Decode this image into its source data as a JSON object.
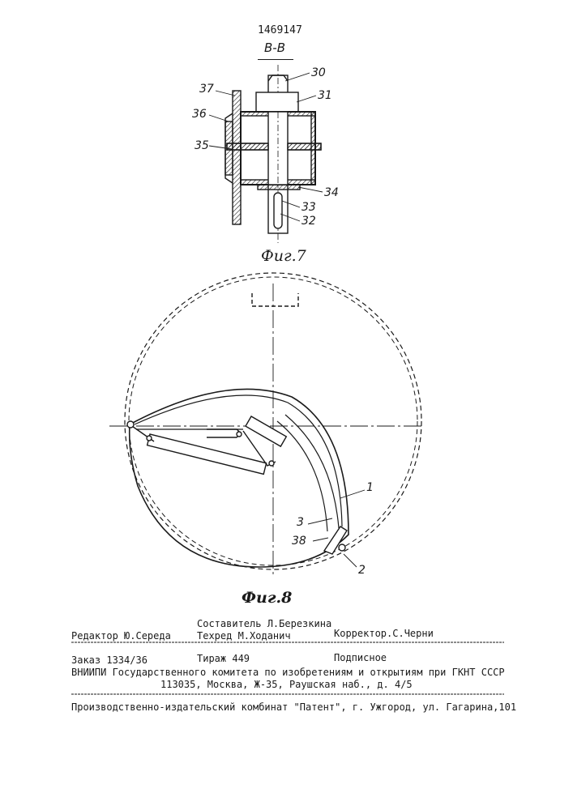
{
  "patent_number": "1469147",
  "section_label": "В-В",
  "figures": {
    "fig7_caption": "Фиг.7",
    "fig8_caption": "Фиг.8"
  },
  "labels": {
    "l30": "30",
    "l31": "31",
    "l37": "37",
    "l36": "36",
    "l35": "35",
    "l34": "34",
    "l33": "33",
    "l32": "32",
    "l1": "1",
    "l3": "3",
    "l38": "38",
    "l2": "2"
  },
  "footer": {
    "editor": "Редактор Ю.Середа",
    "compiler": "Составитель Л.Березкина",
    "techred": "Техред М.Ходанич",
    "corrector": "Корректор.С.Черни",
    "order": "Заказ 1334/36",
    "circulation": "Тираж 449",
    "subscription": "Подписное",
    "org": "ВНИИПИ Государственного комитета по изобретениям и открытиям при ГКНТ СССР",
    "address": "113035, Москва, Ж-35, Раушская наб., д. 4/5",
    "publisher": "Производственно-издательский комбинат \"Патент\", г. Ужгород, ул. Гагарина,101"
  }
}
